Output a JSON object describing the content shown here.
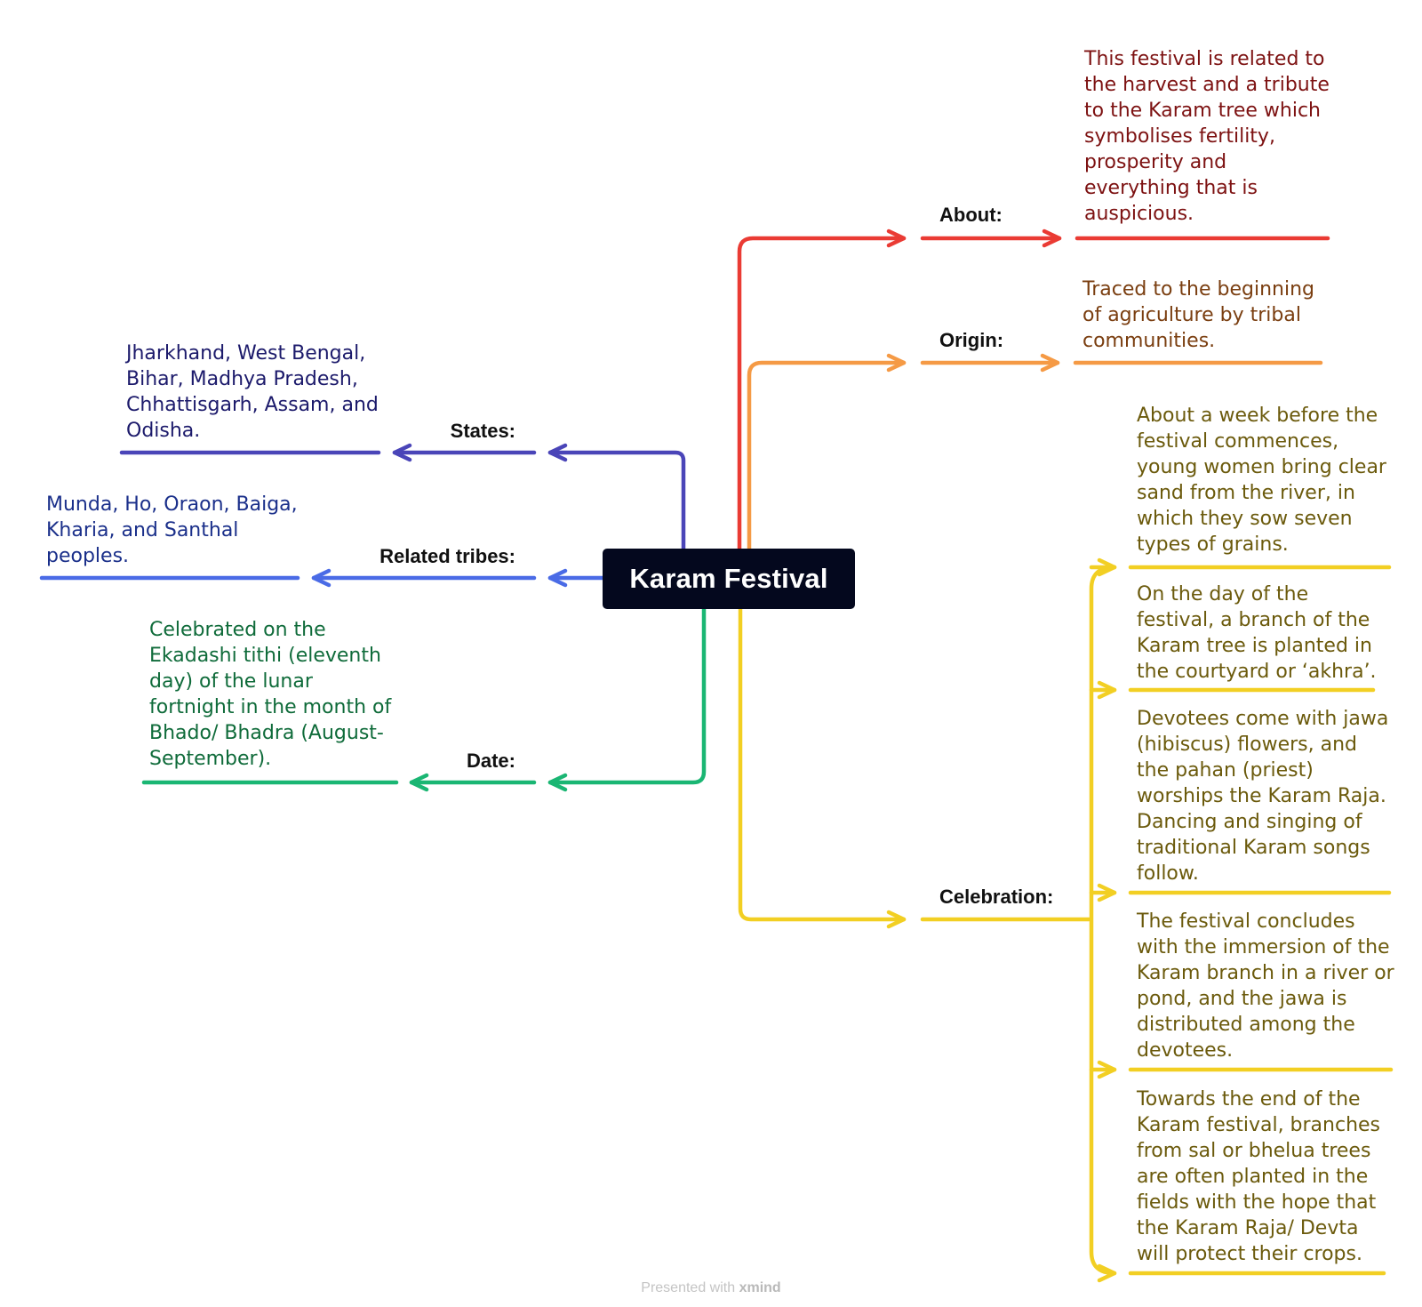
{
  "central_topic": "Karam Festival",
  "branches": {
    "about": {
      "label": "About:",
      "color": "#ea3b34",
      "text_color": "#7d1212",
      "note": "This festival is related to\nthe harvest and a tribute\nto the Karam tree which\nsymbolises fertility,\nprosperity and\neverything that is\nauspicious."
    },
    "origin": {
      "label": "Origin:",
      "color": "#f59a45",
      "text_color": "#7a3e10",
      "note": "Traced to the beginning\nof agriculture by tribal\ncommunities."
    },
    "states": {
      "label": "States:",
      "color": "#4a45b8",
      "text_color": "#1c1a6b",
      "note": "Jharkhand, West Bengal,\nBihar, Madhya Pradesh,\nChhattisgarh, Assam, and\nOdisha."
    },
    "tribes": {
      "label": "Related tribes:",
      "color": "#4a6be6",
      "text_color": "#1a2f8a",
      "note": "Munda, Ho, Oraon, Baiga,\nKharia, and Santhal\npeoples."
    },
    "date": {
      "label": "Date:",
      "color": "#1ab673",
      "text_color": "#0f6b3a",
      "note": "Celebrated on the\nEkadashi tithi (eleventh\nday) of the lunar\nfortnight in the month of\nBhado/ Bhadra (August-\nSeptember)."
    },
    "celebration": {
      "label": "Celebration:",
      "color": "#f2cf23",
      "text_color": "#6b5a0c",
      "items": [
        "About a week before the\nfestival commences,\nyoung women bring clear\nsand from the river, in\nwhich they sow seven\ntypes of grains.",
        "On the day of the\nfestival, a branch of the\nKaram tree is planted in\nthe courtyard or ‘akhra’.",
        "Devotees come with jawa\n(hibiscus) flowers, and\nthe pahan (priest)\nworships the Karam Raja.\nDancing and singing of\ntraditional Karam songs\nfollow.",
        "The festival concludes\nwith the immersion of the\nKaram branch in a river or\npond, and the jawa is\ndistributed among the\ndevotees.",
        "Towards the end of the\nKaram festival, branches\nfrom sal or bhelua trees\nare often planted in the\nfields with the hope that\nthe Karam Raja/ Devta\nwill protect their crops."
      ]
    }
  },
  "footer": {
    "prefix": "Presented with",
    "brand": "xmind"
  }
}
